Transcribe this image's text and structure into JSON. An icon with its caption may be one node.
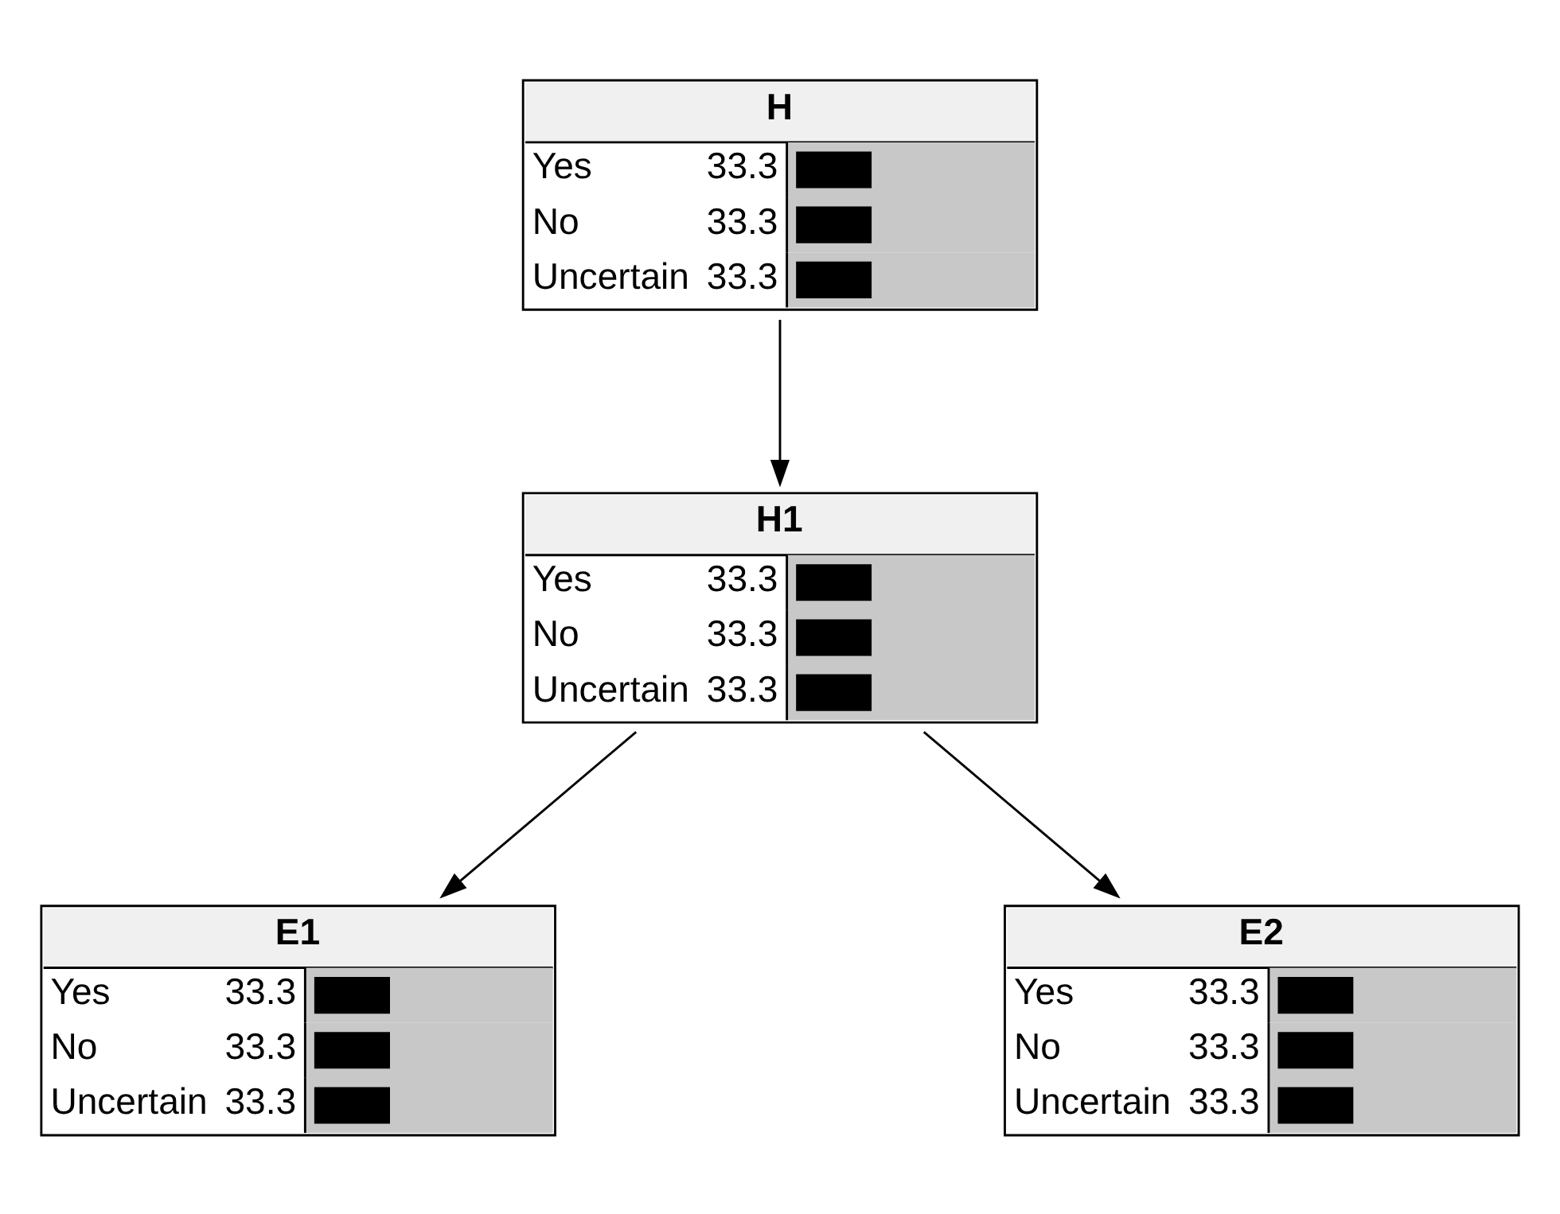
{
  "diagram": {
    "nodes": [
      {
        "text": [
          "H",
          "Yes",
          "33.3",
          "No",
          "33.3",
          "Uncertain",
          "33.3"
        ]
      },
      {
        "text": [
          "H1",
          "Yes",
          "33.3",
          "No",
          "33.3",
          "Uncertain",
          "33.3"
        ]
      },
      {
        "text": [
          "E1",
          "Yes",
          "33.3",
          "No",
          "33.3",
          "Uncertain",
          "33.3"
        ]
      },
      {
        "text": [
          "E2",
          "Yes",
          "33.3",
          "No",
          "33.3",
          "Uncertain",
          "33.3"
        ]
      }
    ],
    "edges": [
      {
        "from": 0,
        "to": 1,
        "arrow": "to"
      },
      {
        "from": 1,
        "to": 2,
        "arrow": "to"
      },
      {
        "from": 1,
        "to": 3,
        "arrow": "to"
      }
    ]
  }
}
